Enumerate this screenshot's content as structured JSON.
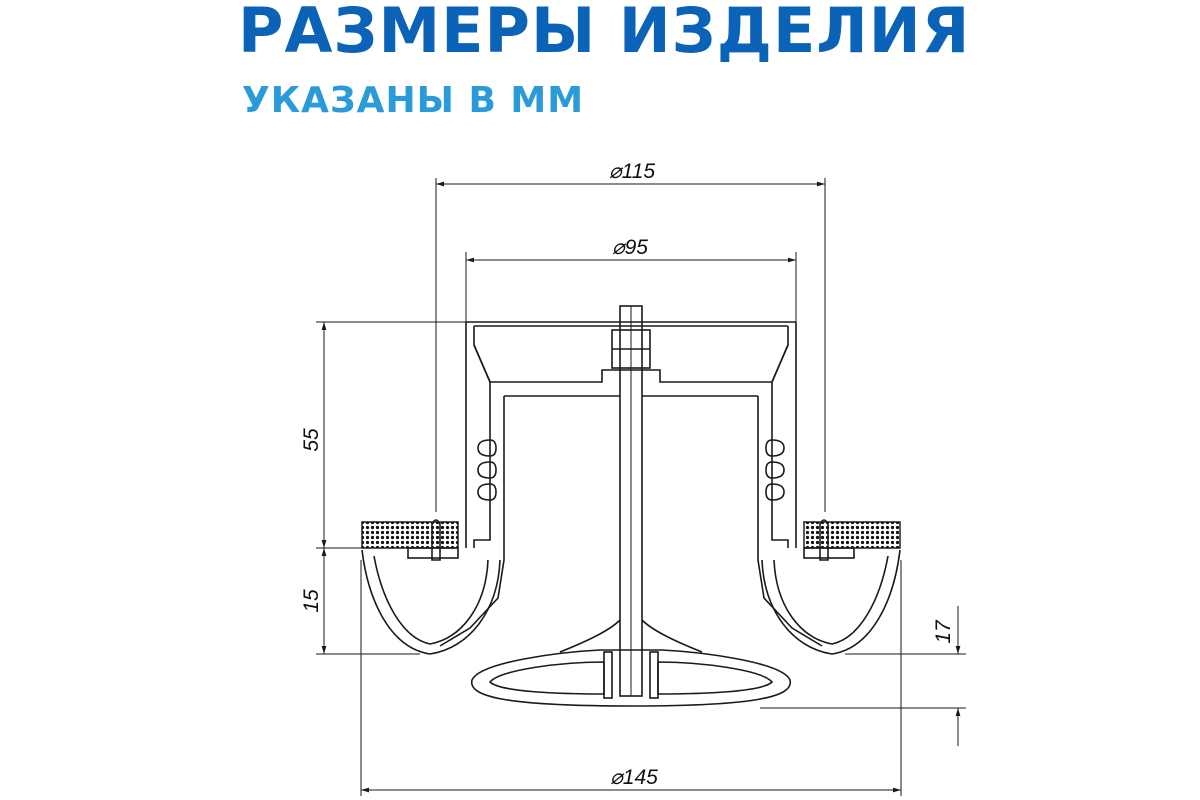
{
  "header": {
    "title": "РАЗМЕРЫ ИЗДЕЛИЯ",
    "subtitle": "УКАЗАНЫ В ММ"
  },
  "dimensions": {
    "outer_diameter": "⌀115",
    "inner_diameter": "⌀95",
    "height_upper": "55",
    "height_lower": "15",
    "handle_offset": "17",
    "base_diameter": "⌀145"
  },
  "colors": {
    "title": "#0a63b7",
    "subtitle": "#2a9ad8",
    "line": "#1a1a1a"
  }
}
